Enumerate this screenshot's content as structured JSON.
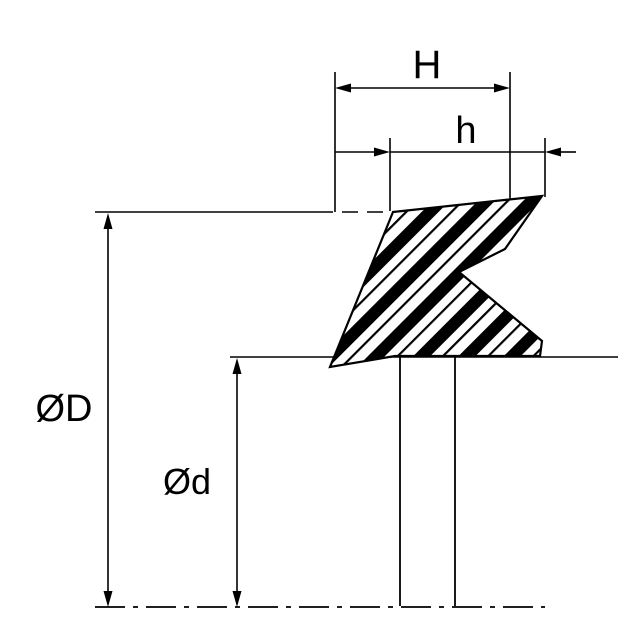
{
  "page": {
    "background": "#ffffff"
  },
  "drawing": {
    "type": "technical-drawing",
    "subject": "seal-cross-section",
    "line_color": "#000000",
    "labels": {
      "H": "H",
      "h": "h",
      "OD": "ØD",
      "Od": "Ød"
    }
  }
}
